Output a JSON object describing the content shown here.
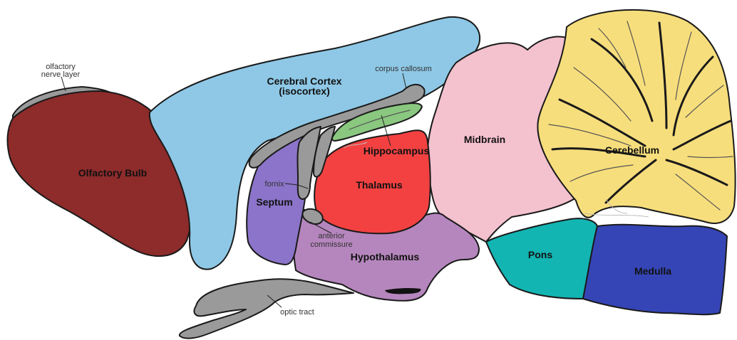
{
  "colors": {
    "olfactory_bulb": "#8e2b2b",
    "cerebral_cortex": "#8ec8e6",
    "midbrain": "#f4c1cf",
    "cerebellum": "#f7de7c",
    "pons": "#13b5b3",
    "medulla": "#3545b5",
    "hypothalamus": "#b586bd",
    "septum": "#8b74c9",
    "thalamus": "#f34141",
    "hippocampus": "#8ac880",
    "white_matter": "#9a9a9a"
  },
  "labels": {
    "olfactory_nerve_layer_line1": "olfactory",
    "olfactory_nerve_layer_line2": "nerve layer",
    "olfactory_bulb": "Olfactory Bulb",
    "cerebral_cortex_line1": "Cerebral Cortex",
    "cerebral_cortex_line2": "(isocortex)",
    "corpus_callosum": "corpus callosum",
    "hippocampus": "Hippocampus",
    "midbrain": "Midbrain",
    "cerebellum": "Cerebellum",
    "fornix": "fornix",
    "septum": "Septum",
    "thalamus": "Thalamus",
    "anterior_commissure_line1": "anterior",
    "anterior_commissure_line2": "commissure",
    "hypothalamus": "Hypothalamus",
    "pons": "Pons",
    "medulla": "Medulla",
    "optic_tract": "optic tract"
  }
}
